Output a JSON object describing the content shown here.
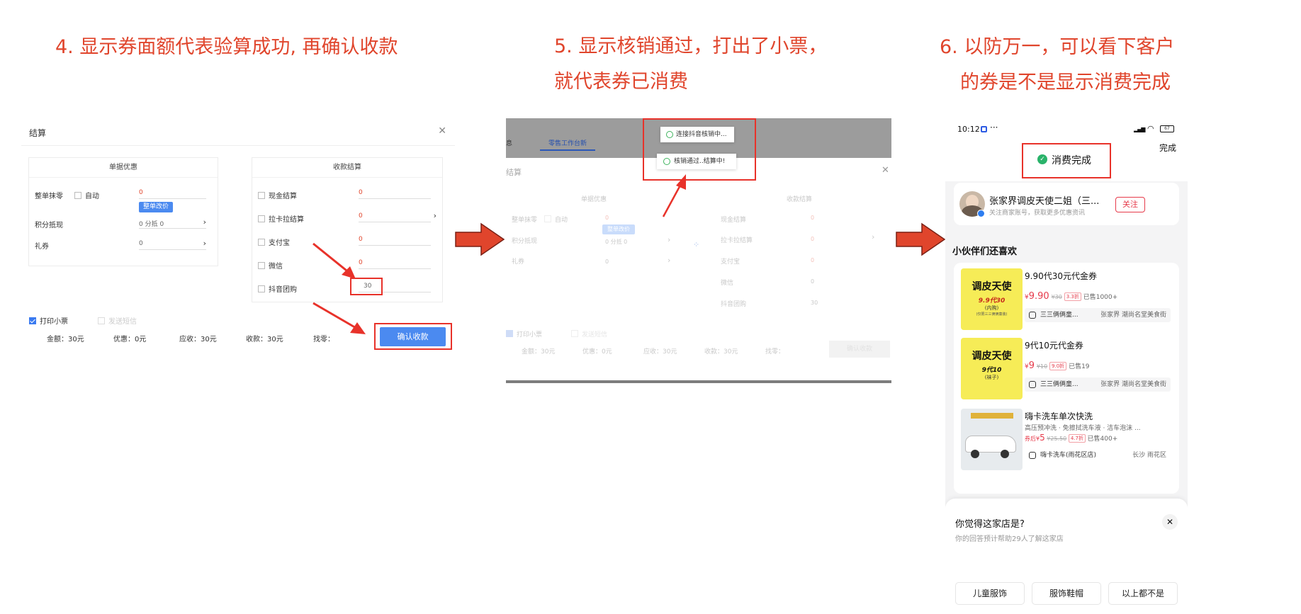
{
  "captions": {
    "step4": "4. 显示券面额代表验算成功, 再确认收款",
    "step5_line1": "5. 显示核销通过，打出了小票，",
    "step5_line2": "就代表券已消费",
    "step6_line1": "6. 以防万一，可以看下客户",
    "step6_line2": "的券是不是显示消费完成"
  },
  "colors": {
    "annotation_red": "#e0452c",
    "primary_blue": "#4b8af0",
    "price_red": "#e63a4a",
    "success_green": "#2ab36a"
  },
  "icons": [
    "close-icon",
    "chevron-right-icon",
    "checkbox-icon",
    "check-circle-icon",
    "loading-icon",
    "red-arrow-icon",
    "signal-icon",
    "wifi-icon",
    "battery-icon",
    "shop-icon"
  ],
  "settle1": {
    "title": "结算",
    "left_card_title": "单据优惠",
    "right_card_title": "收款结算",
    "round_label": "整单抹零",
    "auto_label": "自动",
    "round_value": "0",
    "change_price_button": "整单改价",
    "points_label": "积分抵现",
    "points_value": "0 分抵 0",
    "coupon_label": "礼券",
    "coupon_value": "0",
    "payments": [
      {
        "label": "现金结算",
        "value": "0"
      },
      {
        "label": "拉卡拉结算",
        "value": "0"
      },
      {
        "label": "支付宝",
        "value": "0"
      },
      {
        "label": "微信",
        "value": "0"
      },
      {
        "label": "抖音团购",
        "value": "30"
      }
    ],
    "print_label": "打印小票",
    "sms_label": "发送短信",
    "totals": {
      "amount": "金额：30元",
      "discount": "优惠：0元",
      "due": "应收：30元",
      "received": "收款：30元",
      "change": "找零："
    },
    "confirm_button": "确认收款"
  },
  "settle2": {
    "tab_left": "息",
    "tab_active": "零售工作台新",
    "title": "结算",
    "toast1": "连接抖音核销中...",
    "toast2": "核销通过..结算中!",
    "left_card_title": "单据优惠",
    "right_card_title": "收款结算",
    "round_label": "整单抹零",
    "auto_label": "自动",
    "round_value": "0",
    "change_price_button": "整单改价",
    "points_label": "积分抵现",
    "points_value": "0 分抵 0",
    "coupon_label": "礼券",
    "coupon_value": "0",
    "payments": [
      {
        "label": "现金结算",
        "value": "0"
      },
      {
        "label": "拉卡拉结算",
        "value": "0"
      },
      {
        "label": "支付宝",
        "value": "0"
      },
      {
        "label": "微信",
        "value": "0"
      },
      {
        "label": "抖音团购",
        "value": "30"
      }
    ],
    "print_label": "打印小票",
    "sms_label": "发送短信",
    "totals": {
      "amount": "金额：30元",
      "discount": "优惠：0元",
      "due": "应收：30元",
      "received": "收款：30元",
      "change": "找零："
    },
    "confirm_button": "确认收款"
  },
  "phone": {
    "time": "10:12",
    "status_dots": "···",
    "battery": "67",
    "done": "完成",
    "consumed": "消费完成",
    "merchant_name": "张家界调皮天使二姐（三...",
    "merchant_desc": "关注商家账号，获取更多优惠资讯",
    "follow": "关注",
    "section_title": "小伙伴们还喜欢",
    "items": [
      {
        "title": "9.90代30元代金券",
        "price": "9.90",
        "orig": "¥30",
        "discount": "3.3折",
        "sold": "已售1000+",
        "shop": "三三俩俩童...",
        "loc": "张家界 潮尚名堂美食街",
        "thumb_title": "调皮天使",
        "thumb_sub": "9.9代30",
        "thumb_note": "(内购)",
        "thumb_small": "(仅限三三俩俩童装)"
      },
      {
        "title": "9代10元代金券",
        "price": "9",
        "orig": "¥10",
        "discount": "9.0折",
        "sold": "已售19",
        "shop": "三三俩俩童...",
        "loc": "张家界 潮尚名堂美食街",
        "thumb_title": "调皮天使",
        "thumb_sub": "9代10",
        "thumb_note": "(袜子)"
      },
      {
        "title": "嗨卡洗车单次快洗",
        "desc": "高压预冲洗 · 免擦拭洗车液 · 洁车泡沫 ...",
        "coupon_after": "券后",
        "price": "5",
        "orig": "¥25.50",
        "discount": "4.7折",
        "sold": "已售400+",
        "shop": "嗨卡洗车(雨花区店)",
        "loc": "长沙 雨花区"
      }
    ],
    "survey_title": "你觉得这家店是?",
    "survey_sub": "你的回答预计帮助29人了解这家店",
    "options": [
      "儿童服饰",
      "服饰鞋帽",
      "以上都不是"
    ],
    "currency": "¥"
  }
}
